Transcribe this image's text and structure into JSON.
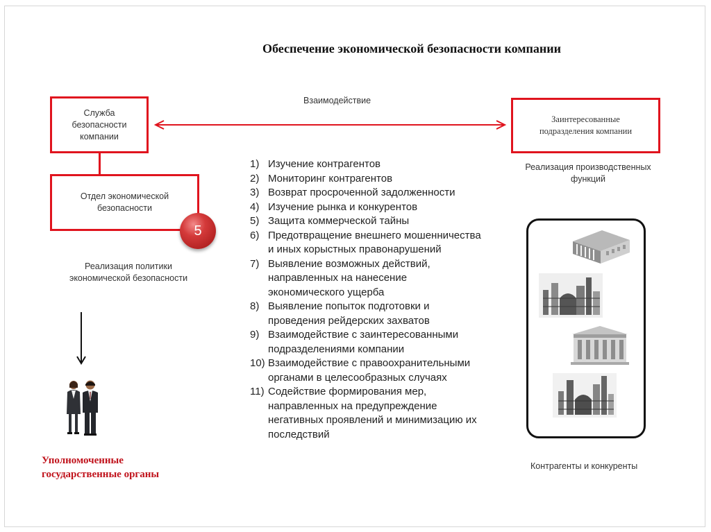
{
  "title": "Обеспечение экономической безопасности компании",
  "interaction_label": "Взаимодействие",
  "boxes": {
    "security_service": "Служба безопасности компании",
    "economic_security_dept": "Отдел экономической безопасности",
    "interested_divisions": "Заинтересованные подразделения компании"
  },
  "badge_number": "5",
  "captions": {
    "production": "Реализация производственных функций",
    "policy": "Реализация политики экономической безопасности",
    "contractors": "Контрагенты и конкуренты"
  },
  "authorized_bodies": "Уполномоченные государственные органы",
  "tasks": [
    {
      "num": "1)",
      "text": "Изучение контрагентов"
    },
    {
      "num": "2)",
      "text": "Мониторинг контрагентов"
    },
    {
      "num": "3)",
      "text": "Возврат просроченной задолженности"
    },
    {
      "num": "4)",
      "text": "Изучение рынка и конкурентов"
    },
    {
      "num": "5)",
      "text": "Защита коммерческой тайны"
    },
    {
      "num": "6)",
      "text": "Предотвращение внешнего мошенничества и иных корыстных правонарушений"
    },
    {
      "num": "7)",
      "text": "Выявление возможных действий, направленных на нанесение экономического ущерба"
    },
    {
      "num": "8)",
      "text": "Выявление попыток подготовки и проведения рейдерских захватов"
    },
    {
      "num": "9)",
      "text": "Взаимодействие с заинтересованными подразделениями компании"
    },
    {
      "num": "10)",
      "text": "Взаимодействие с правоохранительными органами в целесообразных случаях"
    },
    {
      "num": "11)",
      "text": "Содействие формирования мер, направленных на предупреждение негативных проявлений и минимизацию их последствий"
    }
  ],
  "colors": {
    "accent_red": "#e0141e",
    "label_red": "#c0121b",
    "badge": "#c62828"
  },
  "icons": [
    "people-icon",
    "building-icon",
    "factory-icon",
    "bank-icon",
    "plant-icon"
  ]
}
